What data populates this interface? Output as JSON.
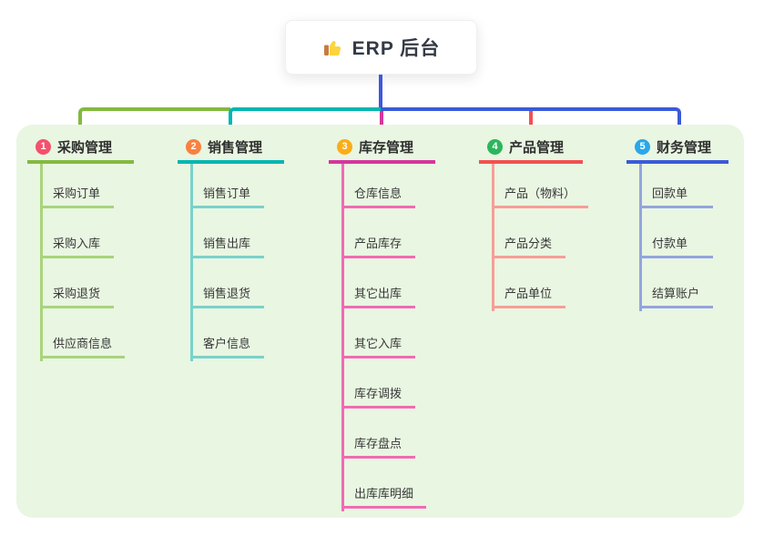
{
  "root": {
    "title": "ERP 后台",
    "icon": "thumbs-up-icon"
  },
  "connector": {
    "stem_color": "#3f58d8"
  },
  "canvas": {
    "background": "#e9f6e2"
  },
  "branches": [
    {
      "num": "1",
      "title": "采购管理",
      "badge_color": "#f4516c",
      "line_color": "#82ba3e",
      "child_line_color": "#a9d47c",
      "children": [
        "采购订单",
        "采购入库",
        "采购退货",
        "供应商信息"
      ]
    },
    {
      "num": "2",
      "title": "销售管理",
      "badge_color": "#f9813f",
      "line_color": "#00b7b0",
      "child_line_color": "#79d2ca",
      "children": [
        "销售订单",
        "销售出库",
        "销售退货",
        "客户信息"
      ]
    },
    {
      "num": "3",
      "title": "库存管理",
      "badge_color": "#fbad18",
      "line_color": "#d5369b",
      "child_line_color": "#f06bb2",
      "children": [
        "仓库信息",
        "产品库存",
        "其它出库",
        "其它入库",
        "库存调拨",
        "库存盘点",
        "出库库明细"
      ]
    },
    {
      "num": "4",
      "title": "产品管理",
      "badge_color": "#2db55d",
      "line_color": "#f25050",
      "child_line_color": "#f79e98",
      "children": [
        "产品（物料）",
        "产品分类",
        "产品单位"
      ]
    },
    {
      "num": "5",
      "title": "财务管理",
      "badge_color": "#29a7ea",
      "line_color": "#3b5ad9",
      "child_line_color": "#93a5dc",
      "children": [
        "回款单",
        "付款单",
        "结算账户"
      ]
    }
  ]
}
